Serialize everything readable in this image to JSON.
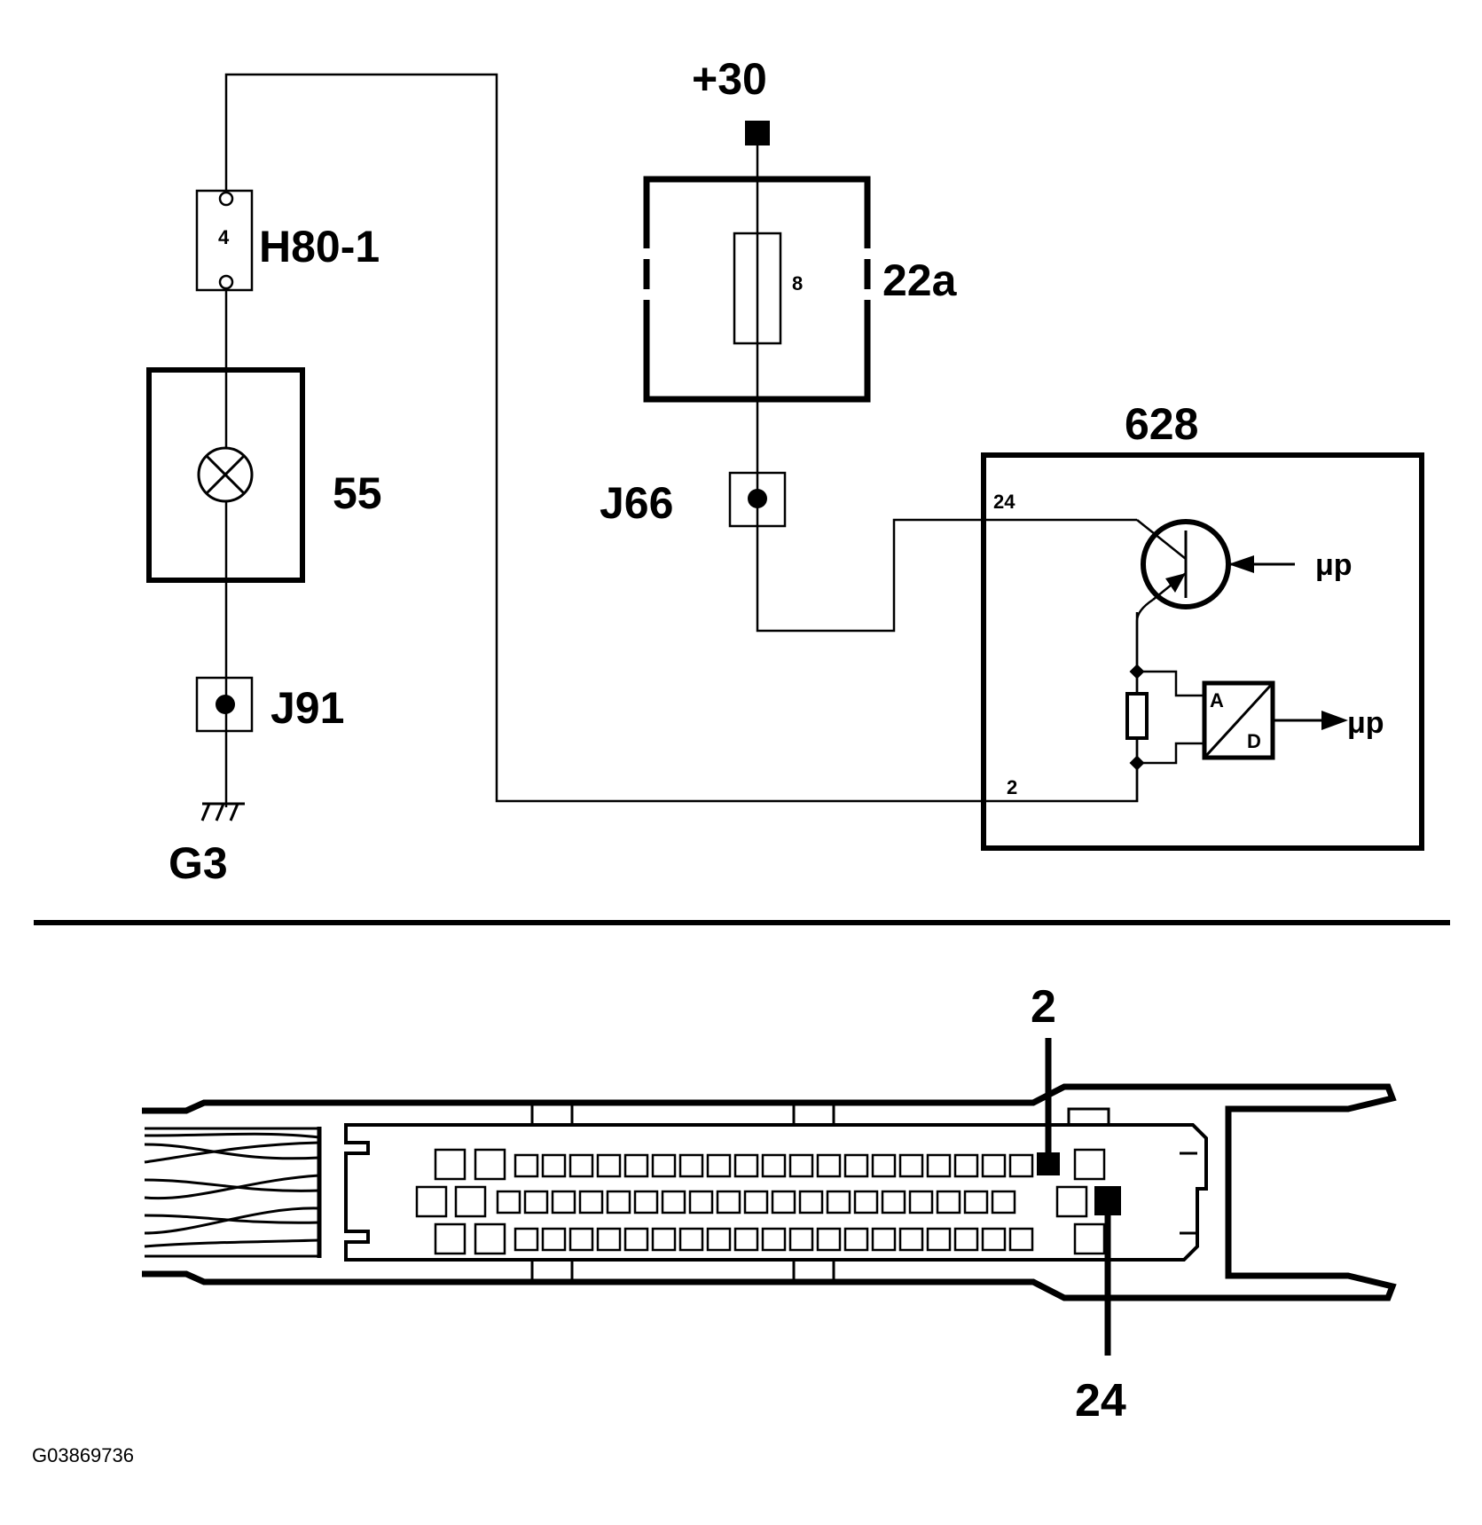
{
  "schematic": {
    "supply_label": "+30",
    "fuse_box_label": "22a",
    "fuse_number": "8",
    "connector_h80_label": "H80-1",
    "connector_h80_pin": "4",
    "lamp_label": "55",
    "ground_junction_label": "J91",
    "ground_label": "G3",
    "supply_junction_label": "J66",
    "module_label": "628",
    "module_pin_top": "24",
    "module_pin_bottom": "2",
    "micro_label_1": "μp",
    "micro_label_2": "μp",
    "adc_a": "A",
    "adc_d": "D"
  },
  "connector": {
    "pin_callout_top": "2",
    "pin_callout_bottom": "24"
  },
  "footer": {
    "reference_id": "G03869736"
  }
}
